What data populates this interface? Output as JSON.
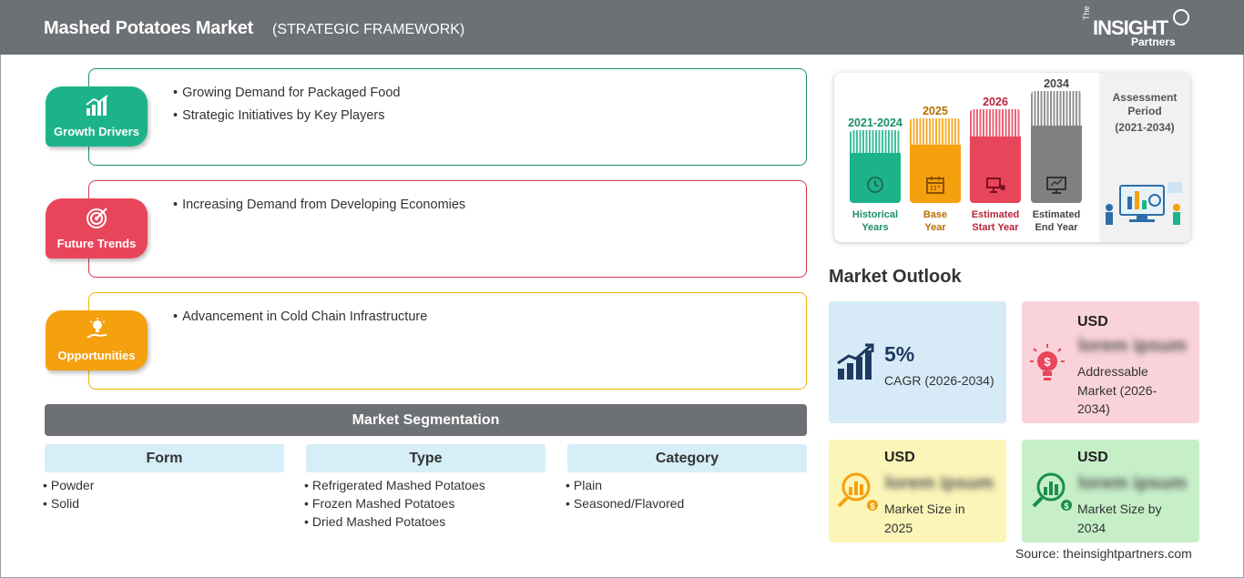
{
  "header": {
    "title": "Mashed Potatoes Market",
    "subtitle": "(STRATEGIC FRAMEWORK)",
    "logo_the": "The",
    "logo_insight": "INSIGHT",
    "logo_partners": "Partners"
  },
  "framework": [
    {
      "label": "Growth Drivers",
      "color": "#1db38a",
      "border": "#1a8f6d",
      "icon": "growth-chart-icon",
      "items": [
        "Growing Demand for Packaged Food",
        "Strategic Initiatives by Key Players"
      ]
    },
    {
      "label": "Future Trends",
      "color": "#e8455a",
      "border": "#d03a4e",
      "icon": "target-icon",
      "items": [
        "Increasing Demand from Developing Economies"
      ]
    },
    {
      "label": "Opportunities",
      "color": "#f5a00f",
      "border": "#f0b400",
      "icon": "lightbulb-hand-icon",
      "items": [
        "Advancement in Cold Chain Infrastructure"
      ]
    }
  ],
  "segmentation": {
    "title": "Market Segmentation",
    "columns": [
      {
        "header": "Form",
        "items": [
          "Powder",
          "Solid"
        ]
      },
      {
        "header": "Type",
        "items": [
          "Refrigerated Mashed Potatoes",
          "Frozen Mashed Potatoes",
          "Dried Mashed Potatoes"
        ]
      },
      {
        "header": "Category",
        "items": [
          "Plain",
          "Seasoned/Flavored"
        ]
      }
    ]
  },
  "timeline": {
    "items": [
      {
        "year": "2021-2024",
        "name_line1": "Historical",
        "name_line2": "Years",
        "color": "#1db38a",
        "text_color": "#1a8f6d",
        "icon": "history-icon"
      },
      {
        "year": "2025",
        "name_line1": "Base",
        "name_line2": "Year",
        "color": "#f5a00f",
        "text_color": "#b66e00",
        "icon": "calendar-icon"
      },
      {
        "year": "2026",
        "name_line1": "Estimated",
        "name_line2": "Start Year",
        "color": "#e8455a",
        "text_color": "#b8243a",
        "icon": "presentation-icon"
      },
      {
        "year": "2034",
        "name_line1": "Estimated",
        "name_line2": "End Year",
        "color": "#808080",
        "text_color": "#444444",
        "icon": "monitor-chart-icon"
      }
    ],
    "assessment_line1": "Assessment",
    "assessment_line2": "Period",
    "assessment_range": "(2021-2034)"
  },
  "outlook": {
    "title": "Market Outlook",
    "cagr_value": "5%",
    "cagr_label": "CAGR (2026-2034)",
    "addressable_usd": "USD",
    "addressable_value": "lorem ipsum",
    "addressable_desc_1": "Addressable",
    "addressable_desc_2": "Market (2026-",
    "addressable_desc_3": "2034)",
    "size2025_usd": "USD",
    "size2025_value": "lorem ipsum",
    "size2025_desc_1": "Market Size in",
    "size2025_desc_2": "2025",
    "size2034_usd": "USD",
    "size2034_value": "lorem ipsum",
    "size2034_desc_1": "Market Size by",
    "size2034_desc_2": "2034",
    "colors": {
      "cagr": "#d6ebf7",
      "addressable": "#f9d3d9",
      "size2025": "#fbf5b8",
      "size2034": "#c6efc8"
    }
  },
  "source": "Source: theinsightpartners.com"
}
